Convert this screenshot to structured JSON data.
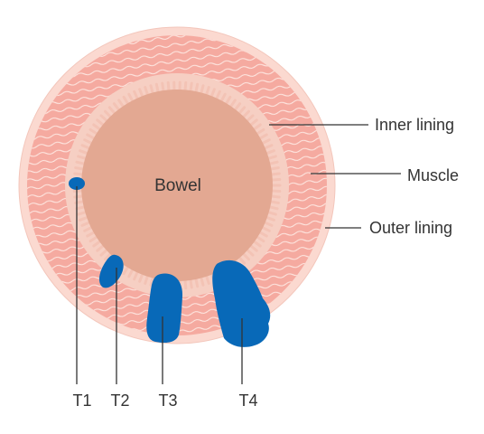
{
  "labels": {
    "bowel": "Bowel",
    "inner_lining": "Inner lining",
    "muscle": "Muscle",
    "outer_lining": "Outer lining"
  },
  "stages": [
    {
      "name": "T1"
    },
    {
      "name": "T2"
    },
    {
      "name": "T3"
    },
    {
      "name": "T4"
    }
  ],
  "colors": {
    "outer_lining": "#fbd9d0",
    "muscle": "#f5aaa0",
    "muscle_fibre": "#fde8e2",
    "inner_band": "#f6cfc3",
    "villi": "#f3c3b5",
    "bowel": "#e3a892",
    "tumour": "#0869b8",
    "leader": "#333333"
  }
}
